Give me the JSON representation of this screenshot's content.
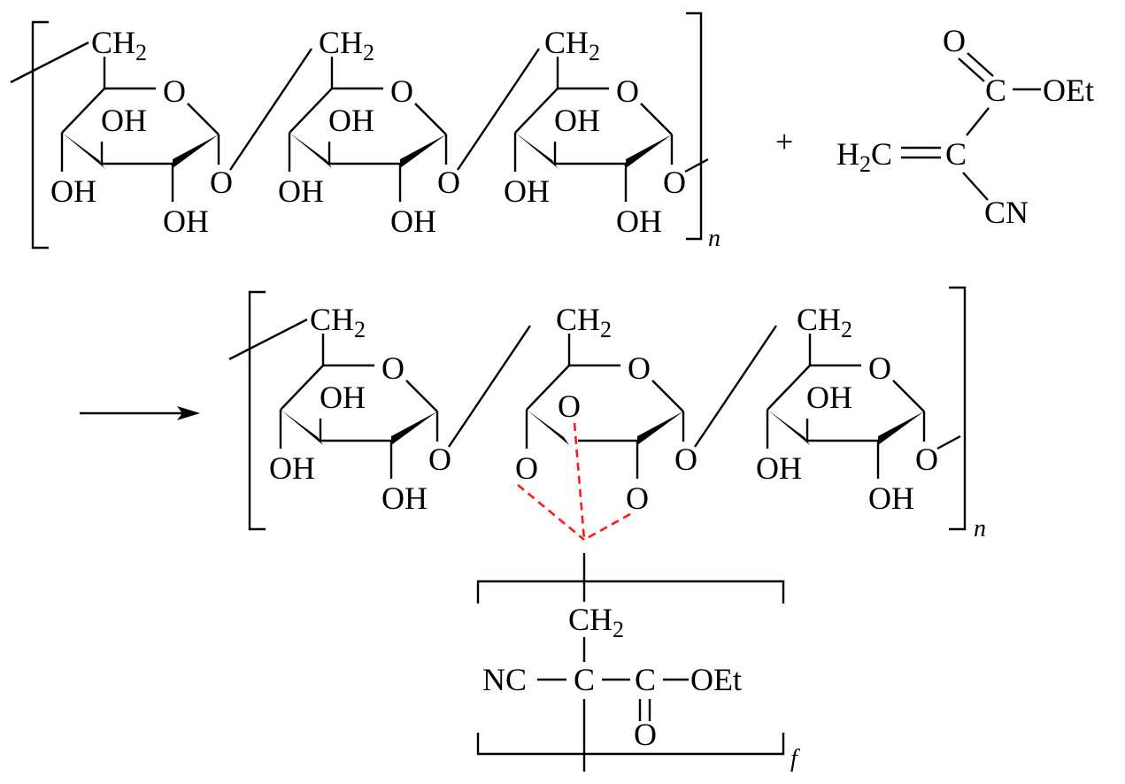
{
  "labels": {
    "ch": "CH",
    "two": "2",
    "ring_o": "O",
    "oh": "OH",
    "o": "O",
    "n": "n",
    "f": "f",
    "plus": "+",
    "reagent": {
      "o_top": "O",
      "c_carbonyl": "C",
      "oet": "OEt",
      "h": "H",
      "c_alkene": "C",
      "c_alpha": "C",
      "cn": "CN"
    },
    "graft": {
      "ch": "CH",
      "two": "2",
      "nc": "NC",
      "c_alpha": "C",
      "c_carbonyl": "C",
      "oet": "OEt",
      "o_carbonyl": "O"
    }
  },
  "colors": {
    "bond": "#000000",
    "interaction": "#ff1a1a"
  }
}
